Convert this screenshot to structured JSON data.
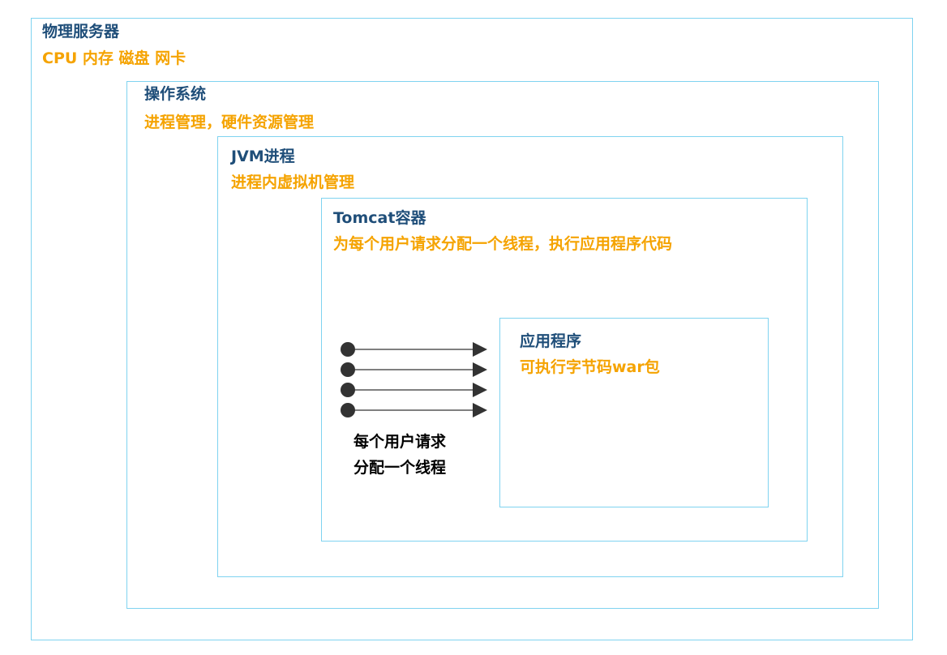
{
  "physical_server": {
    "title": "物理服务器",
    "subtitle": "CPU 内存 磁盘 网卡"
  },
  "operating_system": {
    "title": "操作系统",
    "subtitle": "进程管理，硬件资源管理"
  },
  "jvm_process": {
    "title": "JVM进程",
    "subtitle": "进程内虚拟机管理"
  },
  "tomcat_container": {
    "title": "Tomcat容器",
    "subtitle": "为每个用户请求分配一个线程，执行应用程序代码"
  },
  "application": {
    "title": "应用程序",
    "subtitle": "可执行字节码war包"
  },
  "request_threads": {
    "count": 4,
    "caption_line1": "每个用户请求",
    "caption_line2": "分配一个线程"
  },
  "colors": {
    "border": "#7fd3f0",
    "title": "#1f4e79",
    "subtitle": "#f5a300",
    "arrow": "#333333"
  }
}
